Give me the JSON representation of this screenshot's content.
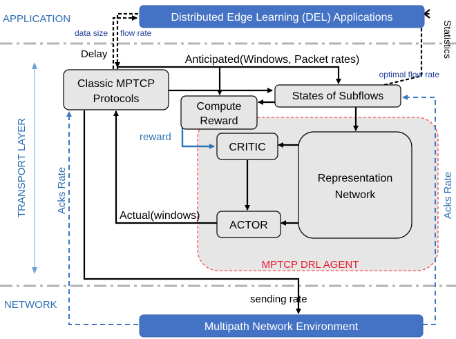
{
  "layers": {
    "application": "APPLICATION",
    "transport": "TRANSPORT LAYER",
    "network": "NETWORK"
  },
  "boxes": {
    "del_apps": "Distributed Edge Learning (DEL) Applications",
    "classic_mptcp_line1": "Classic MPTCP",
    "classic_mptcp_line2": "Protocols",
    "states_of_subflows": "States of Subflows",
    "compute_reward_line1": "Compute",
    "compute_reward_line2": "Reward",
    "critic": "CRITIC",
    "actor": "ACTOR",
    "representation_line1": "Representation",
    "representation_line2": "Network",
    "network_env": "Multipath Network Environment"
  },
  "agent_label": "MPTCP DRL AGENT",
  "edge_labels": {
    "data_size": "data size",
    "flow_rate": "flow rate",
    "delay": "Delay",
    "statistics": "Statistics",
    "anticipated": "Anticipated(Windows, Packet rates)",
    "optimal_flow_rate": "optimal flow rate",
    "reward": "reward",
    "actual_windows": "Actual(windows)",
    "sending_rate": "sending rate",
    "acks_rate_left": "Acks Rate",
    "acks_rate_right": "Acks Rate"
  },
  "colors": {
    "blue_box": "#4472C4",
    "blue_line": "#3A76C4",
    "reward_line": "#2E75B6",
    "grey_box": "#E6E6E6",
    "agent_fill": "#E6E6E6",
    "agent_border": "#FF4B4B",
    "agent_text": "#E8182C",
    "dashdot": "#B3B3B3",
    "layer_text": "#2E6DB4",
    "label_blue": "#1F3F99"
  }
}
